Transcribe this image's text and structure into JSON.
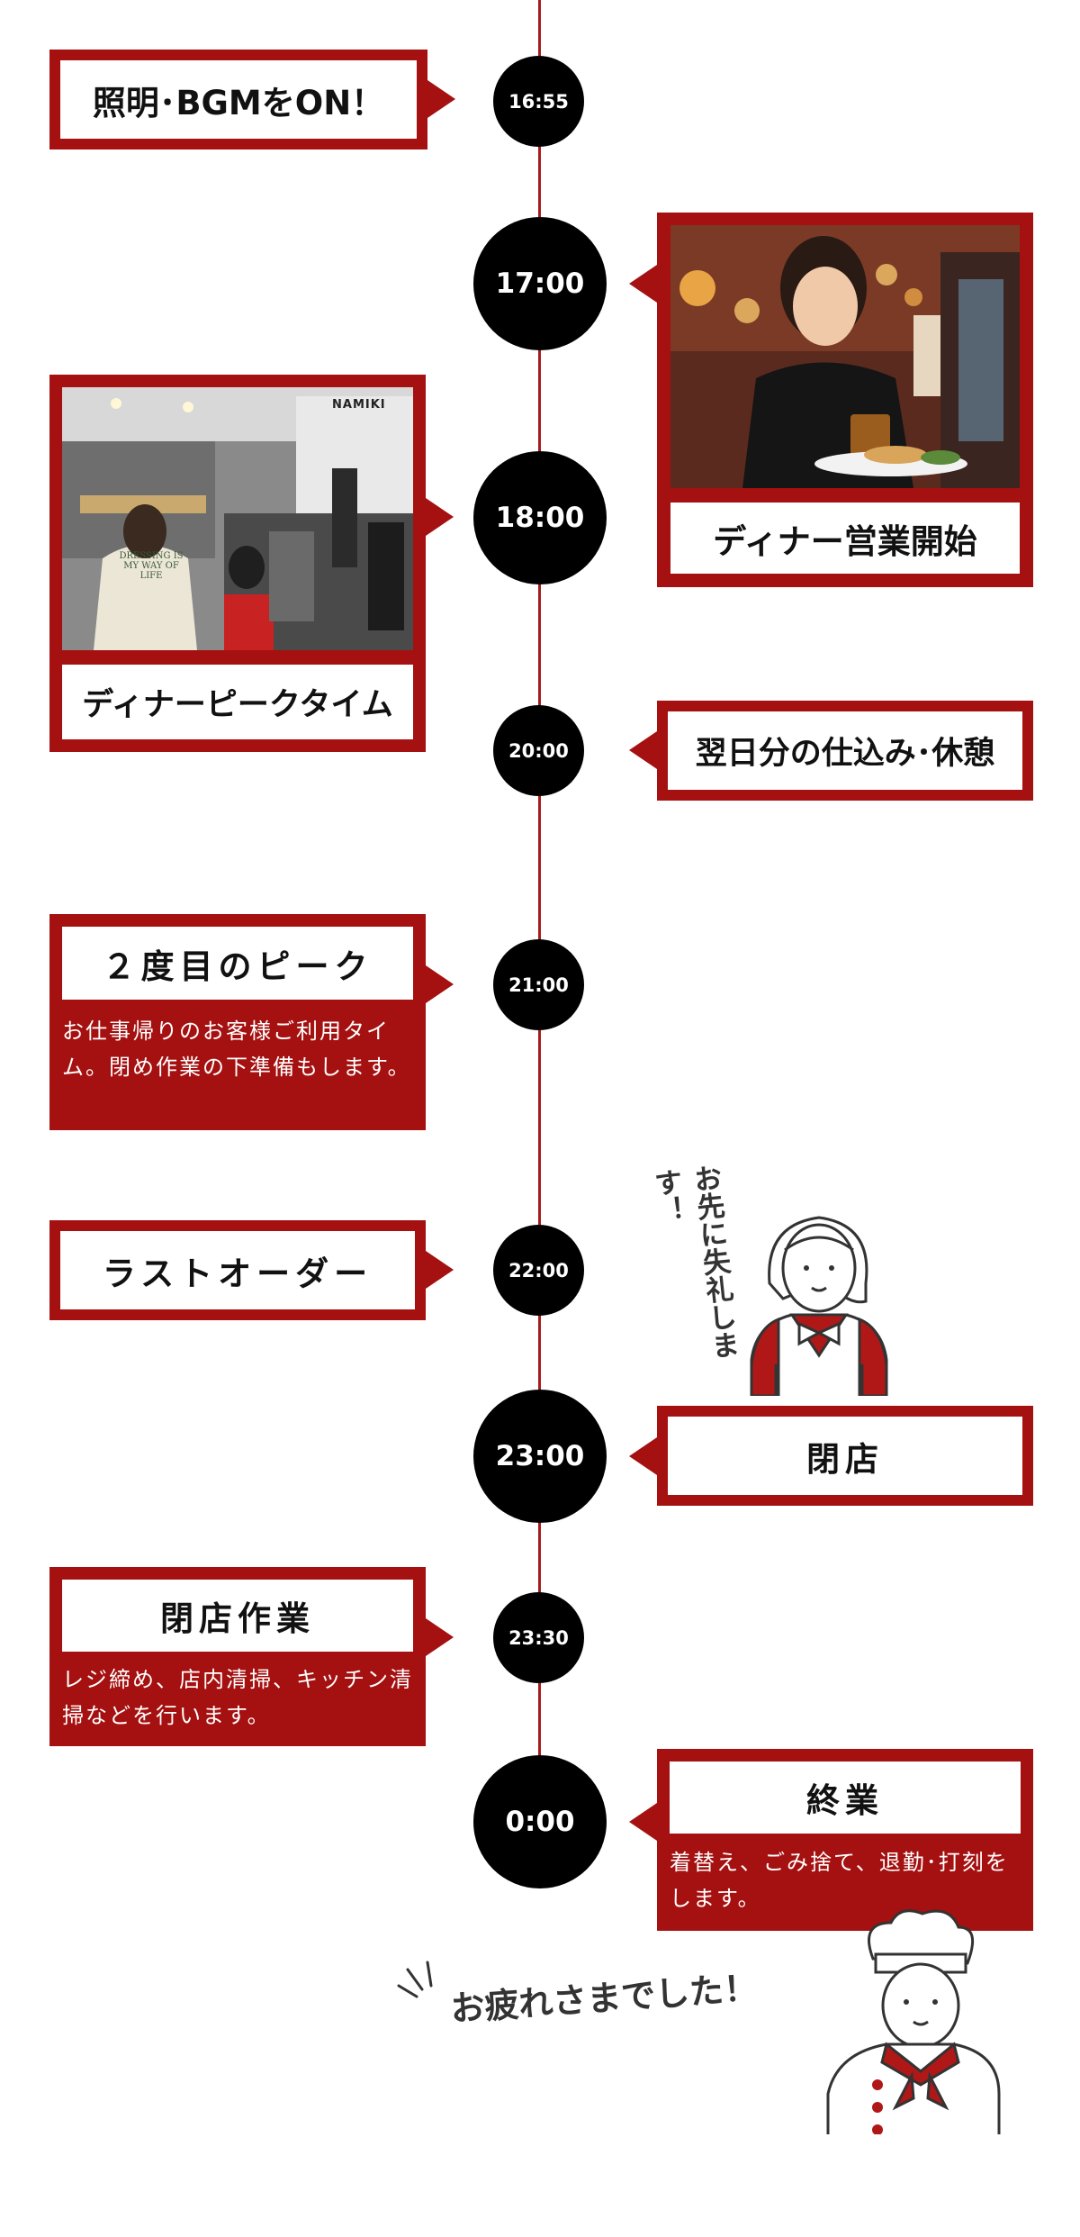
{
  "timeline": [
    {
      "time": "16:55",
      "title": "照明･BGMをON！"
    },
    {
      "time": "17:00",
      "title": "ディナー営業開始"
    },
    {
      "time": "18:00",
      "title": "ディナーピークタイム"
    },
    {
      "time": "20:00",
      "title": "翌日分の仕込み･休憩"
    },
    {
      "time": "21:00",
      "title": "２度目のピーク",
      "desc": "お仕事帰りのお客様ご利用タイム。閉め作業の下準備もします。"
    },
    {
      "time": "22:00",
      "title": "ラストオーダー"
    },
    {
      "time": "23:00",
      "title": "閉店"
    },
    {
      "time": "23:30",
      "title": "閉店作業",
      "desc": "レジ締め、店内清掃、キッチン清掃などを行います。"
    },
    {
      "time": "0:00",
      "title": "終業",
      "desc": "着替え、ごみ捨て、退勤･打刻をします。"
    }
  ],
  "photos": {
    "staff_print": "DRESSING IS MY WAY OF LIFE",
    "store_sign": "NAMIKI"
  },
  "illustrations": {
    "speech_1": "お先に失礼します！",
    "speech_2": "お疲れさまでした！"
  },
  "colors": {
    "accent": "#a51010",
    "node": "#000000"
  }
}
